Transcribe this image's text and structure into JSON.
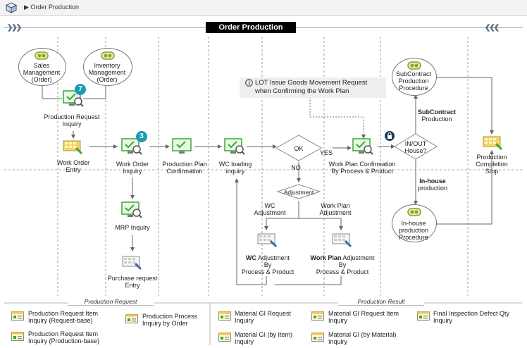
{
  "breadcrumb": "▶ Order Production",
  "title": "Order Production",
  "chevrons": {
    "left": "❯❯❯",
    "right": "❮❮❮"
  },
  "nodes": {
    "sales_management": [
      "Sales",
      "Management",
      "(Order)"
    ],
    "inventory_management": [
      "Inventory",
      "Management",
      "(Order)"
    ],
    "production_request_inquiry": [
      "Production Request",
      "Inquiry"
    ],
    "work_order_entry": [
      "Work Order",
      "Entry"
    ],
    "work_order_inquiry": [
      "Work Order",
      "Inquiry"
    ],
    "production_plan_confirmation": [
      "Production Plan",
      "Confirmation"
    ],
    "wc_loading_inquiry": [
      "WC loading",
      "inquiry"
    ],
    "work_plan_confirmation": [
      "Work Plan Confirmation",
      "By Process & Product"
    ],
    "mrp_inquiry": "MRP Inquiry",
    "purchase_request_entry": [
      "Purchase request",
      "Entry"
    ],
    "subcontract_procedure": [
      "SubContract",
      "Production",
      "Procedure"
    ],
    "inhouse_procedure": [
      "In-house",
      "production",
      "Procedure"
    ],
    "production_completion_stop": [
      "Production",
      "Completion",
      "Stop"
    ],
    "wc_adjustment_by": {
      "bold": "WC",
      "rest": " Adjustment",
      "line2": "By",
      "line3": "Process & Product"
    },
    "work_plan_adjustment_by": {
      "bold": "Work Plan",
      "rest": " Adjustment",
      "line2": "By",
      "line3": "Process & Product"
    }
  },
  "badges": {
    "production_request_inquiry": "7",
    "work_order_inquiry": "3"
  },
  "decisions": {
    "ok": "OK",
    "yes": "YES",
    "no": "NO",
    "adjustment": "Adjustment",
    "in_out": [
      "IN/OUT",
      "House?"
    ]
  },
  "branch_labels": {
    "wc_adjustment": [
      "WC",
      "Adjustment"
    ],
    "work_plan_adjustment": [
      "Work Plan",
      "Adjustment"
    ],
    "subcontract": {
      "bold": "SubContract",
      "line2": "Production"
    },
    "inhouse": {
      "bold": "In-house",
      "line2": "production"
    }
  },
  "note": {
    "icon": "info-icon",
    "line1": "LOT Issue Goods Movement Request",
    "line2": "when Confirming the Work Plan"
  },
  "sections": {
    "production_request": "Production Request",
    "production_result": "Production Result"
  },
  "legend_request": [
    [
      "Production Request Item",
      "Inquiry (Request-base)"
    ],
    [
      "Production Process",
      "Inquiry by Order"
    ],
    [
      "Production Request Item",
      "Inquiry (Production-base)"
    ]
  ],
  "legend_result": [
    [
      "Material GI Request",
      "Inquiry"
    ],
    [
      "Material GI Request Item",
      "Inquiry"
    ],
    [
      "Final Inspection Defect Qty",
      "Inquiry"
    ],
    [
      "Material GI (by Item)",
      "Inquiry"
    ],
    [
      "Material GI (by Material)",
      "Inquiry"
    ]
  ],
  "colors": {
    "badge": "#1a9bb8",
    "monitor_green": "#3aa935",
    "icon_yellow": "#f2c84b",
    "title_bg": "#000000"
  }
}
